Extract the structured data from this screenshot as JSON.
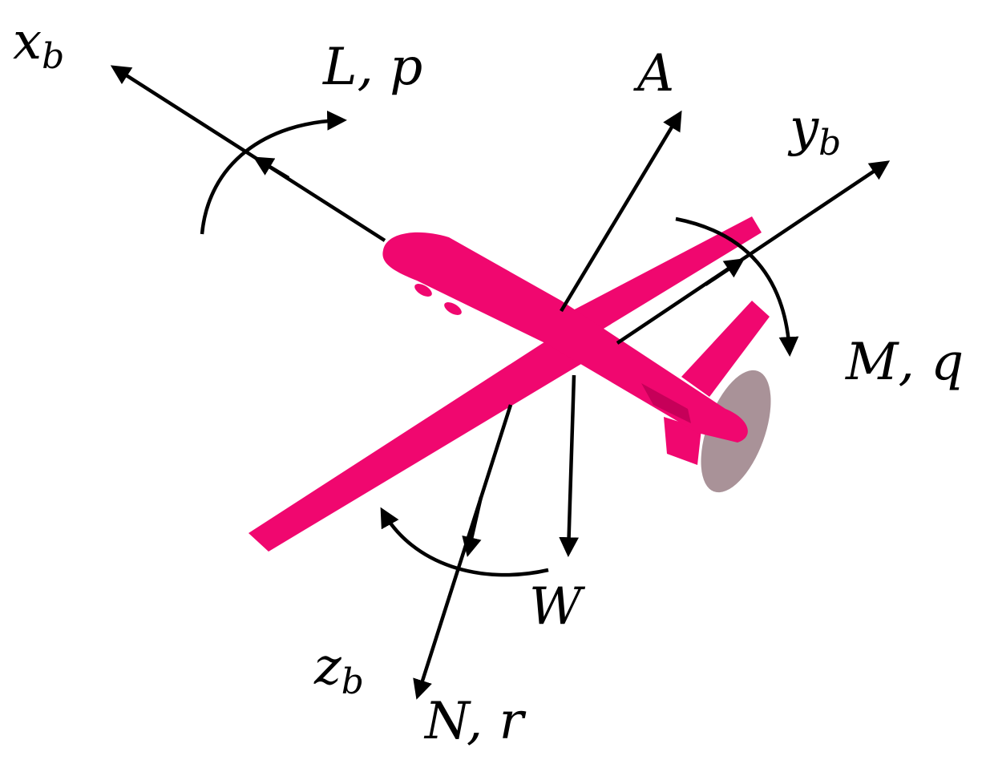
{
  "colors": {
    "aircraft": "#f0076f",
    "aircraft_shadow": "#c60059",
    "propeller_disk": "#9a7f86",
    "ink": "#000000",
    "background": "#ffffff"
  },
  "labels": {
    "x_axis": {
      "base": "x",
      "sub": "b"
    },
    "y_axis": {
      "base": "y",
      "sub": "b"
    },
    "z_axis": {
      "base": "z",
      "sub": "b"
    },
    "roll_moment": "L, p",
    "pitch_moment": "M, q",
    "yaw_moment": "N, r",
    "lift_force": "A",
    "weight_force": "W"
  }
}
